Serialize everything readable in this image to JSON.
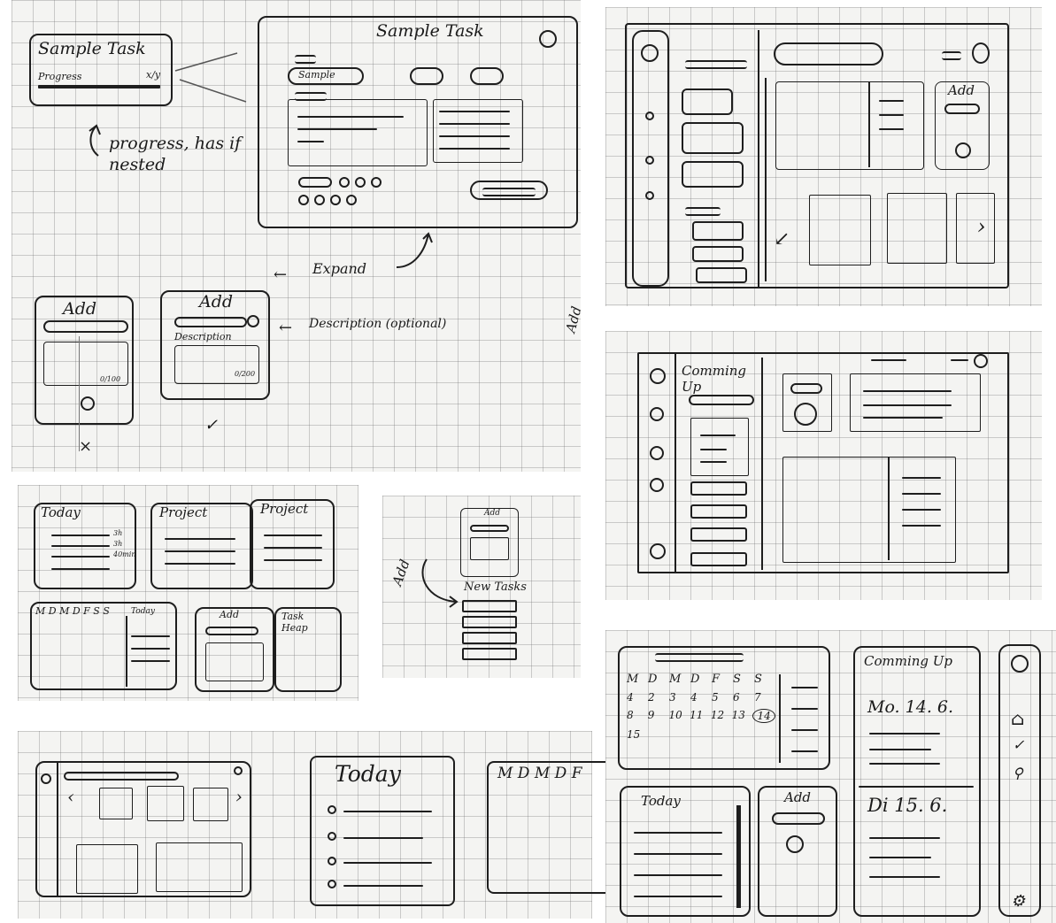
{
  "sketch1": {
    "card_title": "Sample Task",
    "progress_label": "Progress",
    "progress_count": "x/y",
    "annotation_progress": "progress, has if nested",
    "modal_title": "Sample Task",
    "modal_tag": "Sample",
    "add_label": "Add",
    "add_label_2": "Add",
    "description_label": "Description",
    "char_count": "0/100",
    "char_count_2": "0/200",
    "annotation_expand": "Expand",
    "annotation_description": "Description (optional)",
    "side_add": "Add"
  },
  "sketch2": {
    "add_label": "Add"
  },
  "sketch3": {
    "coming_up": "Comming Up"
  },
  "sketch4": {
    "today": "Today",
    "times": [
      "3h",
      "3h",
      "40min"
    ],
    "project_1": "Project",
    "project_2": "Project",
    "weekdays": "M D M D F S S",
    "today_small": "Today",
    "add_label": "Add",
    "task_heap": "Task Heap"
  },
  "sketch5": {
    "add_label": "Add",
    "add_arrow_label": "Add",
    "new_tasks": "New Tasks"
  },
  "sketch6": {
    "today": "Today",
    "weekdays": "M D M D F"
  },
  "sketch7": {
    "weekday_headers": [
      "M",
      "D",
      "M",
      "D",
      "F",
      "S",
      "S"
    ],
    "calendar_rows": [
      [
        "4",
        "2",
        "3",
        "4",
        "5",
        "6",
        "7"
      ],
      [
        "8",
        "9",
        "10",
        "11",
        "12",
        "13",
        "14"
      ],
      [
        "15",
        "",
        "",
        "",
        "",
        "",
        ""
      ]
    ],
    "coming_up": "Comming Up",
    "date_1": "Mo. 14. 6.",
    "date_2": "Di 15. 6.",
    "today": "Today",
    "add_label": "Add"
  }
}
